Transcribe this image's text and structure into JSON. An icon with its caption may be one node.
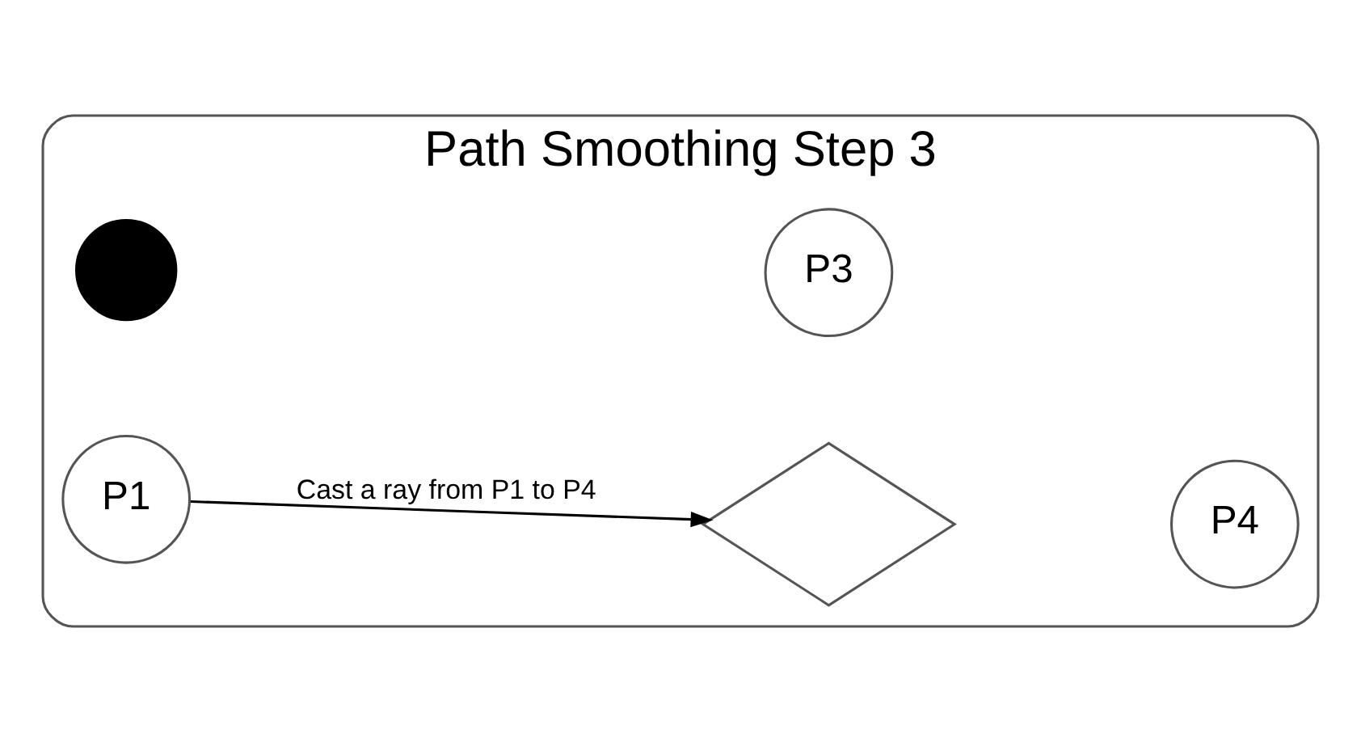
{
  "diagram": {
    "nodes": [
      {
        "text": [
          "Path Smoothing Step 3"
        ]
      },
      {
        "text": [
          "P4"
        ],
        "in": 0
      },
      {
        "text": [],
        "shape": "diamond",
        "in": 0
      },
      {
        "text": [],
        "shape": "circle",
        "in": 0
      },
      {
        "text": [
          "P3"
        ],
        "in": 0
      },
      {
        "text": [
          "P1"
        ],
        "in": 0
      }
    ],
    "edges": [
      {
        "from": 5,
        "to": 2,
        "arrow": "to",
        "label": "Cast a ray from P1 to P4"
      }
    ]
  }
}
